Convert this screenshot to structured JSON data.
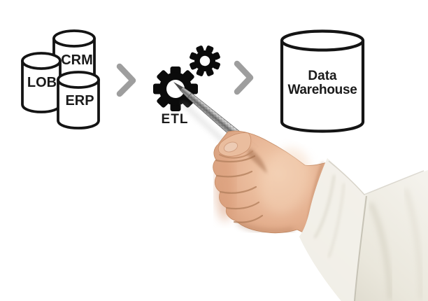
{
  "scene": {
    "colors": {
      "background": "#ffffff",
      "ink": "#141414",
      "label_text": "#1a1a1a",
      "arrow": "#9e9e9e",
      "gear": "#0b0b0b",
      "skin": "#e2ab8a",
      "sleeve": "#eeebe2",
      "pen_metal": "#c9c9c9"
    }
  },
  "diagram": {
    "sources": [
      {
        "id": "crm",
        "label": "CRM"
      },
      {
        "id": "lob",
        "label": "LOB"
      },
      {
        "id": "erp",
        "label": "ERP"
      }
    ],
    "process": {
      "label": "ETL"
    },
    "target": {
      "label": "Data Warehouse",
      "line1": "Data",
      "line2": "Warehouse"
    }
  }
}
